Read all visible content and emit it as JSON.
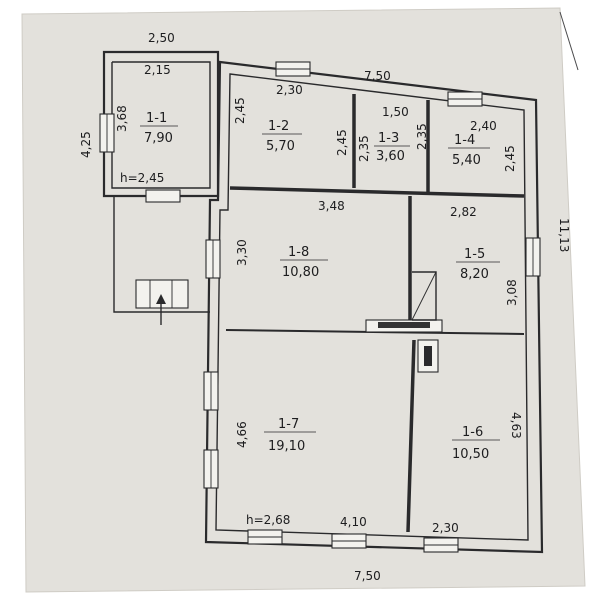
{
  "labels": {
    "dim_top_left": "2,50",
    "dim_top_right": "7,50",
    "dim_bottom": "7,50",
    "dim_right": "11,13",
    "dim_left_annex": "4,25",
    "dim_1_1_top": "2,15",
    "dim_1_1_side": "3,68",
    "dim_1_1_h": "h=2,45",
    "dim_r1_top": "2,30",
    "dim_r1_side": "2,45",
    "dim_r2_left": "2,45",
    "dim_r3_top": "1,50",
    "dim_r3_left": "2,35",
    "dim_r3_right": "2,35",
    "dim_r4_top": "2,40",
    "dim_r4_right": "2,45",
    "dim_mid_348": "3,48",
    "dim_mid_282": "2,82",
    "dim_330": "3,30",
    "dim_308": "3,08",
    "dim_466": "4,66",
    "dim_463": "4,63",
    "dim_h268": "h=2,68",
    "dim_410": "4,10",
    "dim_230b": "2,30"
  },
  "rooms": [
    {
      "id": "1-1",
      "area": "7,90"
    },
    {
      "id": "1-2",
      "area": "5,70"
    },
    {
      "id": "1-3",
      "area": "3,60"
    },
    {
      "id": "1-4",
      "area": "5,40"
    },
    {
      "id": "1-5",
      "area": "8,20"
    },
    {
      "id": "1-6",
      "area": "10,50"
    },
    {
      "id": "1-7",
      "area": "19,10"
    },
    {
      "id": "1-8",
      "area": "10,80"
    }
  ],
  "colors": {
    "paper": "#e3e1dc",
    "ink": "#2a2a2c"
  }
}
